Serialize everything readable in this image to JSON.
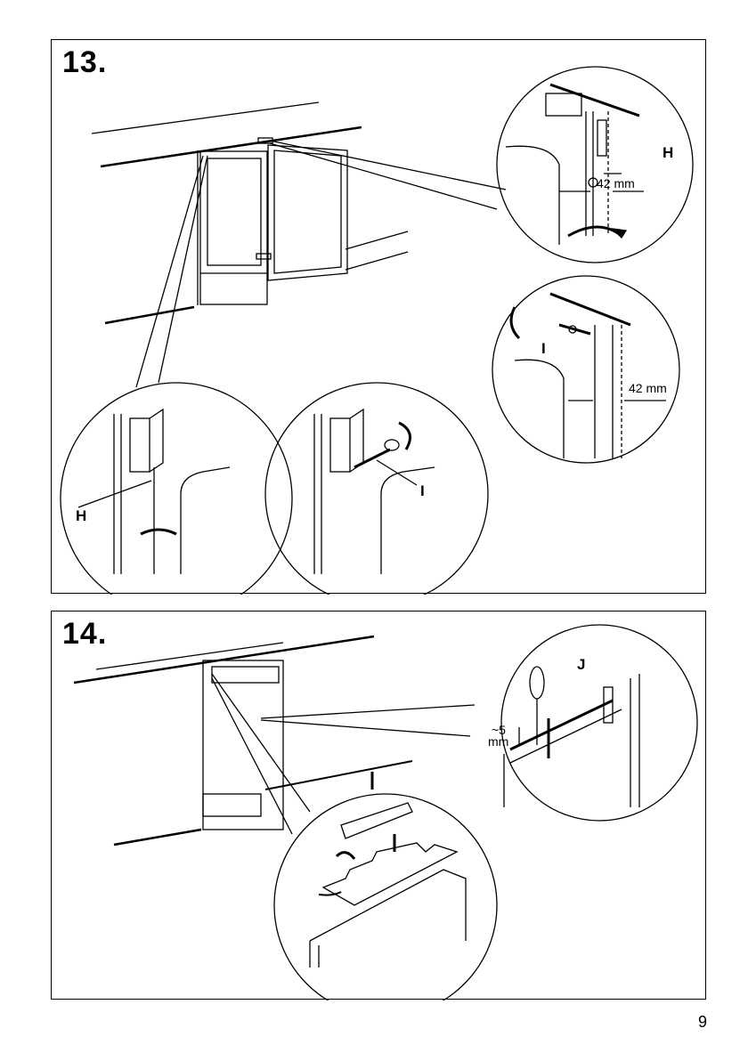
{
  "page_number": "9",
  "steps": [
    {
      "number": "13.",
      "labels": {
        "detail_top_part": "H",
        "detail_top_dim": "42 mm",
        "detail_mid_part": "I",
        "detail_mid_dim": "42 mm",
        "detail_left_part": "H",
        "detail_center_part": "I"
      }
    },
    {
      "number": "14.",
      "labels": {
        "detail_part": "J",
        "detail_dim_value": "~5",
        "detail_dim_unit": "mm"
      }
    }
  ]
}
